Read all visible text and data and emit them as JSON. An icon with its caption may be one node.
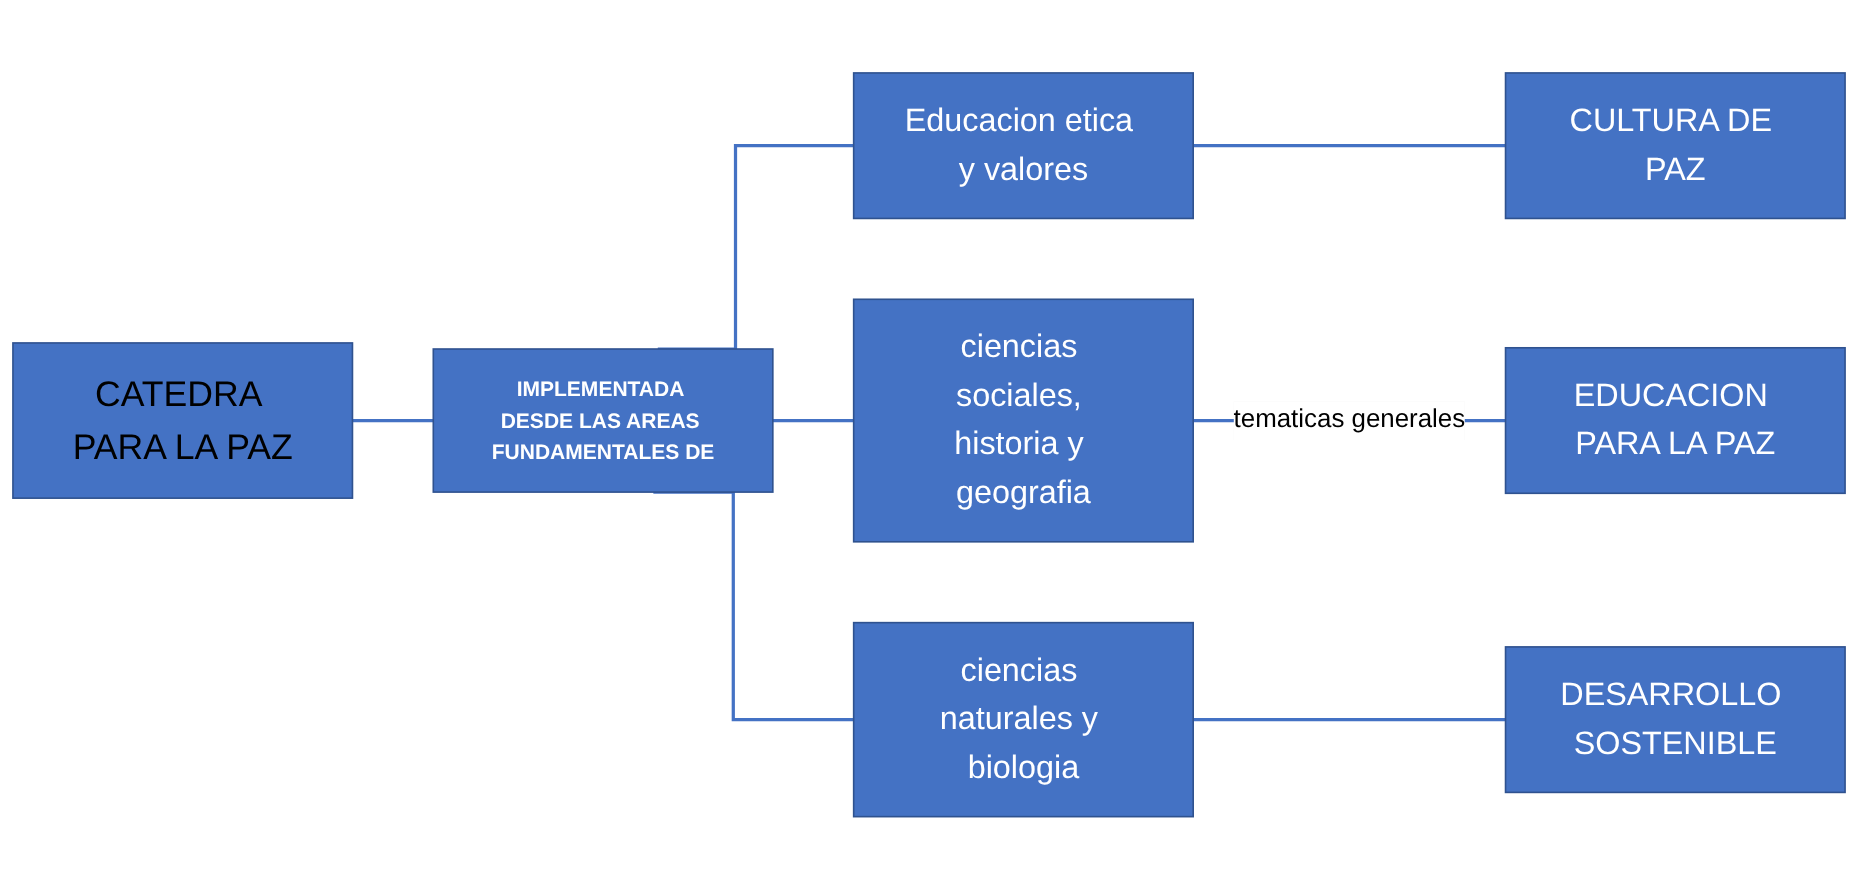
{
  "diagram": {
    "nodes": [
      {
        "text": [
          "CATEDRA PARA LA PAZ"
        ]
      },
      {
        "text": [
          "IMPLEMENTADA DESDE LAS AREAS FUNDAMENTALES DE"
        ]
      },
      {
        "text": [
          "Educacion etica y valores"
        ]
      },
      {
        "text": [
          "ciencias sociales, historia y geografia"
        ]
      },
      {
        "text": [
          "ciencias naturales y biologia"
        ]
      },
      {
        "text": [
          "CULTURA DE PAZ"
        ]
      },
      {
        "text": [
          "EDUCACION PARA LA PAZ"
        ]
      },
      {
        "text": [
          "DESARROLLO SOSTENIBLE"
        ]
      }
    ],
    "edges": [
      {
        "from": 0,
        "to": 1,
        "arrow": "none"
      },
      {
        "from": 1,
        "to": 2,
        "arrow": "none"
      },
      {
        "from": 1,
        "to": 3,
        "arrow": "none"
      },
      {
        "from": 1,
        "to": 4,
        "arrow": "none"
      },
      {
        "from": 2,
        "to": 5,
        "arrow": "none"
      },
      {
        "from": 3,
        "to": 6,
        "label": "tematicas generales",
        "arrow": "none"
      },
      {
        "from": 4,
        "to": 7,
        "arrow": "none"
      }
    ]
  }
}
